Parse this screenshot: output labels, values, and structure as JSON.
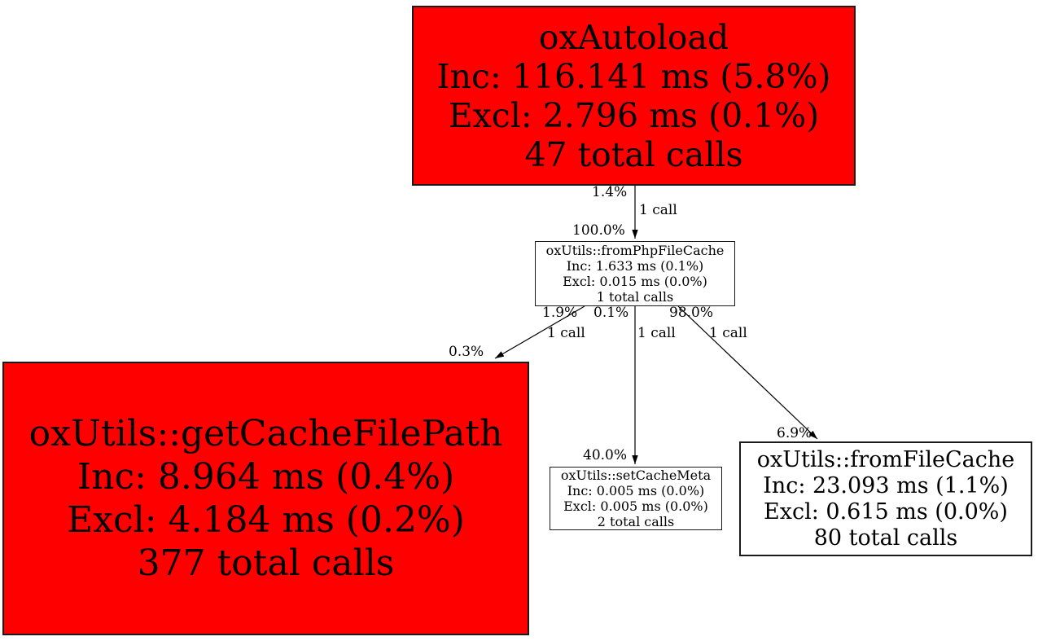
{
  "diagram": {
    "type": "profiler-call-graph",
    "colors": {
      "background": "#ffffff",
      "hot_node_fill": "#ff0000",
      "node_fill": "#ffffff",
      "node_border": "#1a1a1a",
      "edge_stroke": "#000000",
      "text": "#000000"
    },
    "nodes": {
      "oxAutoload": {
        "name": "oxAutoload",
        "inc": "Inc: 116.141 ms (5.8%)",
        "excl": "Excl: 2.796 ms (0.1%)",
        "calls": "47 total calls"
      },
      "fromPhpFileCache": {
        "name": "oxUtils::fromPhpFileCache",
        "inc": "Inc: 1.633 ms (0.1%)",
        "excl": "Excl: 0.015 ms (0.0%)",
        "calls": "1 total calls"
      },
      "getCacheFilePath": {
        "name": "oxUtils::getCacheFilePath",
        "inc": "Inc: 8.964 ms (0.4%)",
        "excl": "Excl: 4.184 ms (0.2%)",
        "calls": "377 total calls"
      },
      "setCacheMeta": {
        "name": "oxUtils::setCacheMeta",
        "inc": "Inc: 0.005 ms (0.0%)",
        "excl": "Excl: 0.005 ms (0.0%)",
        "calls": "2 total calls"
      },
      "fromFileCache": {
        "name": "oxUtils::fromFileCache",
        "inc": "Inc: 23.093 ms (1.1%)",
        "excl": "Excl: 0.615 ms (0.0%)",
        "calls": "80 total calls"
      }
    },
    "edges": {
      "oxAutoload_to_fromPhpFileCache": {
        "source_pct": "1.4%",
        "call_count": "1 call",
        "target_pct": "100.0%"
      },
      "fromPhpFileCache_to_getCacheFilePath": {
        "source_pct": "1.9%",
        "call_count": "1 call",
        "target_pct": "0.3%"
      },
      "fromPhpFileCache_to_setCacheMeta": {
        "source_pct": "0.1%",
        "call_count": "1 call",
        "target_pct": "40.0%"
      },
      "fromPhpFileCache_to_fromFileCache": {
        "source_pct": "98.0%",
        "call_count": "1 call",
        "target_pct": "6.9%"
      }
    }
  }
}
